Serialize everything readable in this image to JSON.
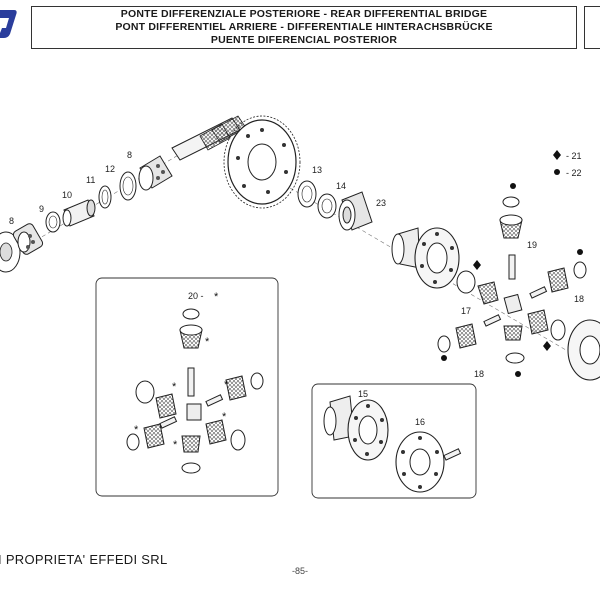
{
  "header": {
    "title_lines": [
      "PONTE DIFFERENZIALE POSTERIORE - REAR DIFFERENTIAL BRIDGE",
      "PONT DIFFERENTIEL ARRIERE - DIFFERENTIALE HINTERACHSBRÜCKE",
      "PUENTE DIFERENCIAL POSTERIOR"
    ]
  },
  "logo_icon": "brand-logo-fragment",
  "legend": [
    {
      "symbol": "◆",
      "ref": "- 21"
    },
    {
      "symbol": "●",
      "ref": "- 22"
    }
  ],
  "part_numbers": {
    "p8a": "8",
    "p12": "12",
    "p11": "11",
    "p10": "10",
    "p9": "9",
    "p8b": "8",
    "p13": "13",
    "p14": "14",
    "p23": "23",
    "p19": "19",
    "p18a": "18",
    "p17": "17",
    "p18b": "18",
    "p20": "20 -",
    "p15": "15",
    "p16": "16"
  },
  "footer": {
    "copyright": "I PROPRIETA' EFFEDI SRL",
    "page": "-85-"
  }
}
